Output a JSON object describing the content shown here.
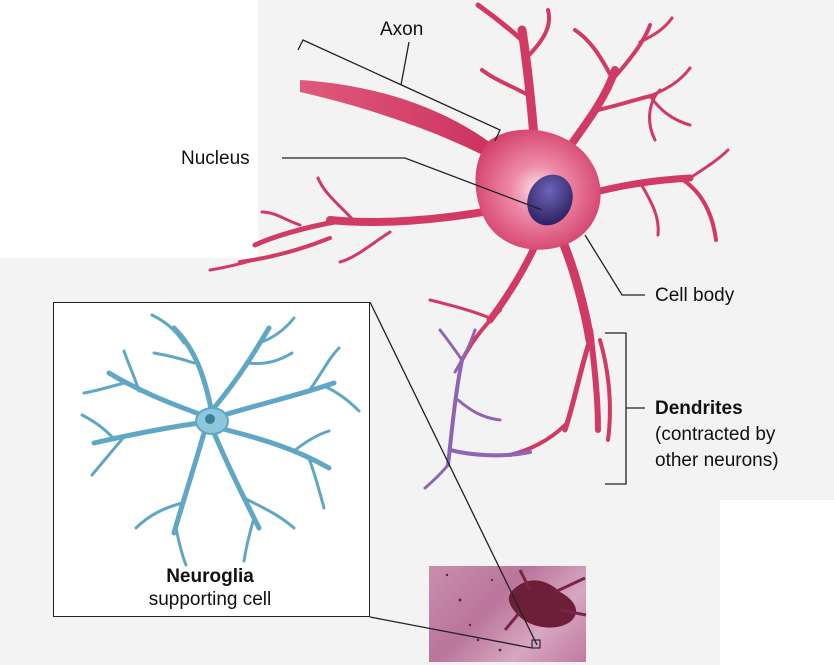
{
  "labels": {
    "axon": "Axon",
    "nucleus": "Nucleus",
    "cell_body": "Cell body",
    "dendrites_title": "Dendrites",
    "dendrites_line1": "(contracted by",
    "dendrites_line2": "other neurons)",
    "neuroglia_title": "Neuroglia",
    "neuroglia_subtitle": "supporting cell"
  },
  "colors": {
    "neuron": "#d03a64",
    "neuron_light": "#e76b8d",
    "dendrite_purple": "#8f64b4",
    "nucleus": "#3c2c74",
    "neuroglia": "#5fa7c4",
    "micrograph": "#c07aa0",
    "leader_line": "#222222"
  },
  "icons": {
    "neuron": "neuron-illustration",
    "neuroglia": "neuroglia-cell-illustration",
    "micrograph": "tissue-micrograph-image"
  }
}
